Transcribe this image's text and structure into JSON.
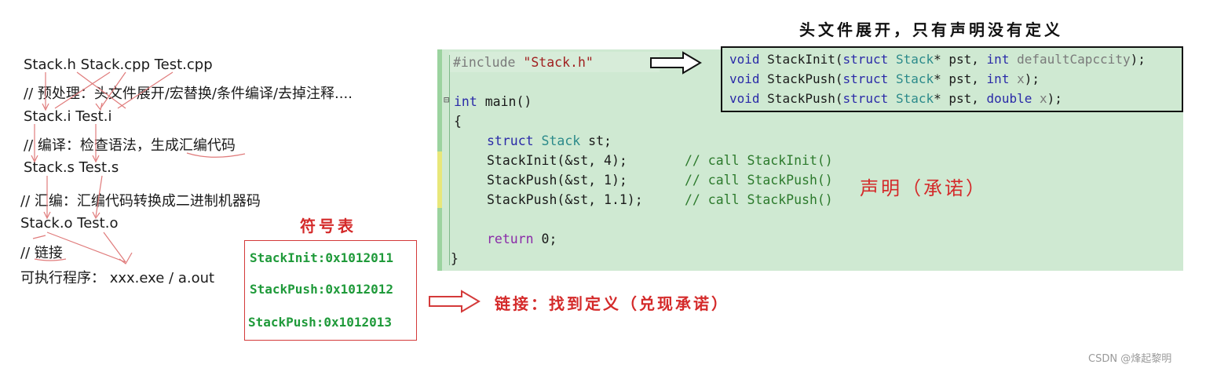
{
  "left_column": {
    "lines": [
      "Stack.h  Stack.cpp Test.cpp",
      "// 预处理：头文件展开/宏替换/条件编译/去掉注释....",
      "Stack.i  Test.i",
      "// 编译：检查语法，生成汇编代码",
      "Stack.s  Test.s",
      "// 汇编：汇编代码转换成二进制机器码",
      "Stack.o  Test.o",
      "// 链接",
      "可执行程序：   xxx.exe /  a.out"
    ]
  },
  "symbol_table": {
    "title": "符号表",
    "entries": [
      "StackInit:0x1012011",
      "StackPush:0x1012012",
      "StackPush:0x1012013"
    ]
  },
  "code": {
    "include": {
      "directive": "#include",
      "file": "\"Stack.h\""
    },
    "main_sig": {
      "type": "int",
      "name": "main()"
    },
    "open_brace": "{",
    "decl": {
      "kw": "struct",
      "type": "Stack",
      "rest": " st;"
    },
    "calls": [
      {
        "code": "StackInit(&st, 4);",
        "comment": "// call StackInit()"
      },
      {
        "code": "StackPush(&st, 1);",
        "comment": "// call StackPush()"
      },
      {
        "code": "StackPush(&st, 1.1);",
        "comment": "// call StackPush()"
      }
    ],
    "return_kw": "return",
    "return_rest": " 0;",
    "close_brace": "}"
  },
  "header_expansion": {
    "title": "头文件展开，只有声明没有定义",
    "declarations": [
      {
        "ret": "void",
        "name": "StackInit(",
        "kw": "struct",
        "type": "Stack",
        "p1": "* pst, ",
        "t2": "int",
        "p2": " defaultCapccity",
        "end": ");"
      },
      {
        "ret": "void",
        "name": "StackPush(",
        "kw": "struct",
        "type": "Stack",
        "p1": "* pst, ",
        "t2": "int",
        "p2": " x",
        "end": ");"
      },
      {
        "ret": "void",
        "name": "StackPush(",
        "kw": "struct",
        "type": "Stack",
        "p1": "* pst, ",
        "t2": "double",
        "p2": " x",
        "end": ");"
      }
    ]
  },
  "annotations": {
    "declaration": "声明（承诺）",
    "link": "链接：找到定义（兑现承诺）"
  },
  "watermark": "CSDN @烽起黎明",
  "colors": {
    "red": "#d42a2a",
    "green_text": "#1f9a3a",
    "panel_bg": "#cfe9d2"
  }
}
